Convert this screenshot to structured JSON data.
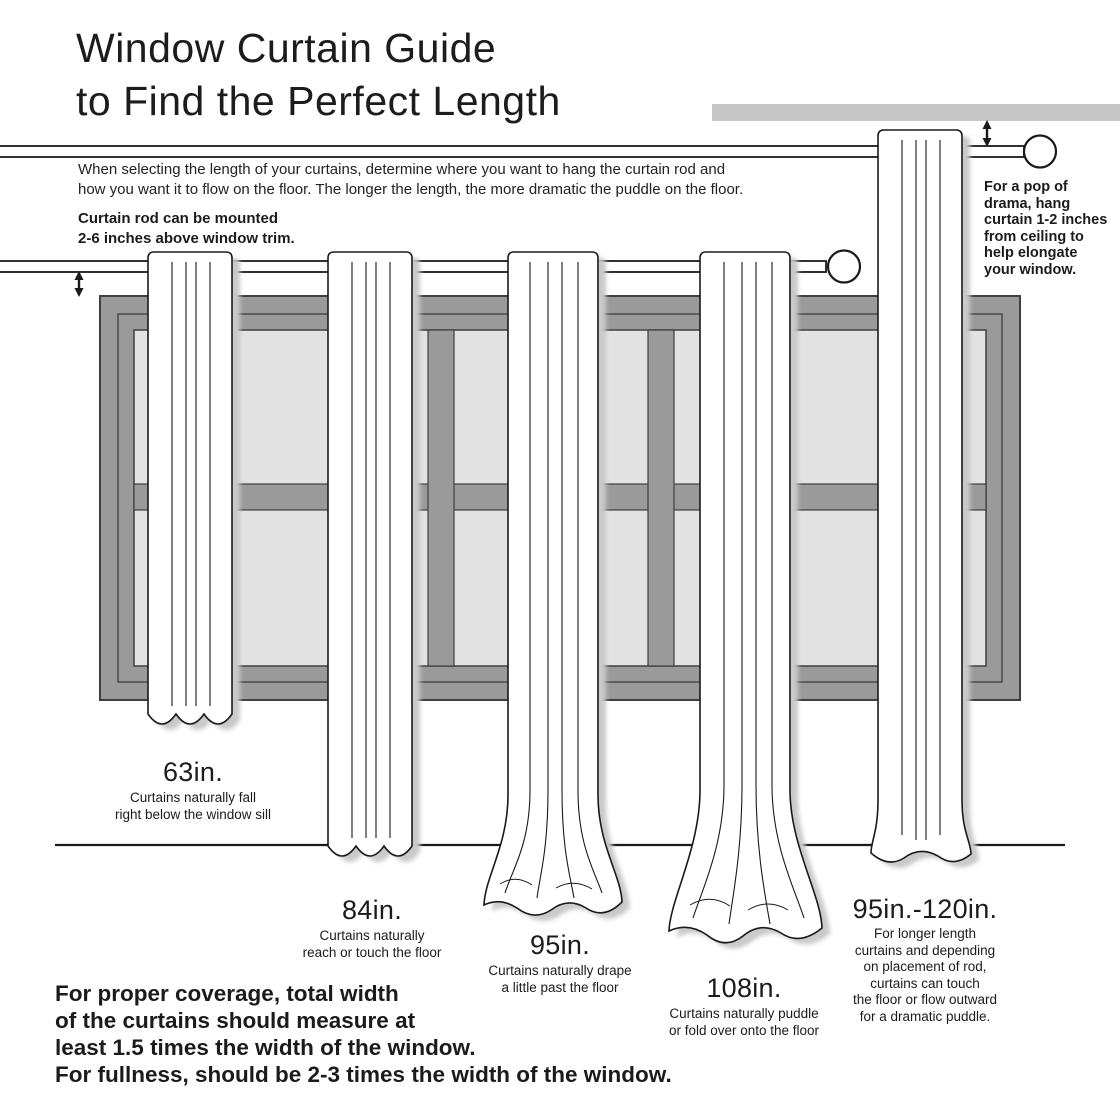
{
  "title": "Window Curtain Guide\nto Find the Perfect Length",
  "intro": "When selecting the length of your curtains, determine where you want to hang the curtain rod and\nhow you want it to flow on the floor. The longer the length, the more dramatic the puddle on the floor.",
  "rod_note": "Curtain rod can be mounted\n2-6 inches above window trim.",
  "ceiling_note": "For a pop of\ndrama, hang\ncurtain 1-2 inches\nfrom ceiling to\nhelp elongate\nyour window.",
  "curtains": [
    {
      "length": "63in.",
      "description": "Curtains naturally fall\nright below the window sill"
    },
    {
      "length": "84in.",
      "description": "Curtains naturally\nreach or touch the floor"
    },
    {
      "length": "95in.",
      "description": "Curtains naturally drape\na little past the floor"
    },
    {
      "length": "108in.",
      "description": "Curtains naturally puddle\nor fold over onto the floor"
    },
    {
      "length": "95in.-120in.",
      "description": "For longer length\ncurtains and depending\non placement of rod,\ncurtains can touch\nthe floor or flow outward\nfor a dramatic puddle."
    }
  ],
  "footer": "For proper coverage, total width\nof the curtains should measure at\nleast 1.5 times the width of the window.\nFor fullness, should be 2-3 times the width of the window.",
  "colors": {
    "ink": "#1a1a1a",
    "frame_gray": "#9a9a9a",
    "glass_gray": "#e2e2e2",
    "ceiling_gray": "#c6c6c6",
    "shadow_gray": "#c9c9c9"
  }
}
